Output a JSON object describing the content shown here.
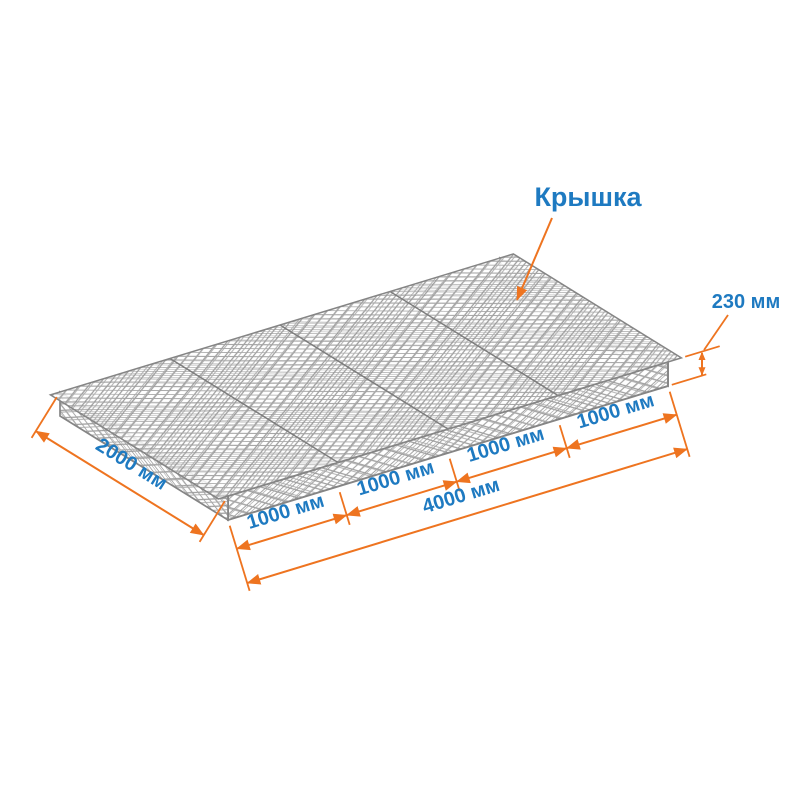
{
  "diagram": {
    "type": "isometric-dimension-drawing",
    "subject": "wire mesh gabion mattress (reno mattress) with lid",
    "cover_label": "Крышка",
    "dimensions": {
      "width": "2000 мм",
      "segments": [
        "1000 мм",
        "1000 мм",
        "1000 мм",
        "1000 мм"
      ],
      "length_total": "4000 мм",
      "height": "230 мм"
    },
    "colors": {
      "label_blue": "#1e7ac1",
      "dimension_orange": "#ee7420",
      "mesh_gray": "#9a9a9a"
    }
  }
}
